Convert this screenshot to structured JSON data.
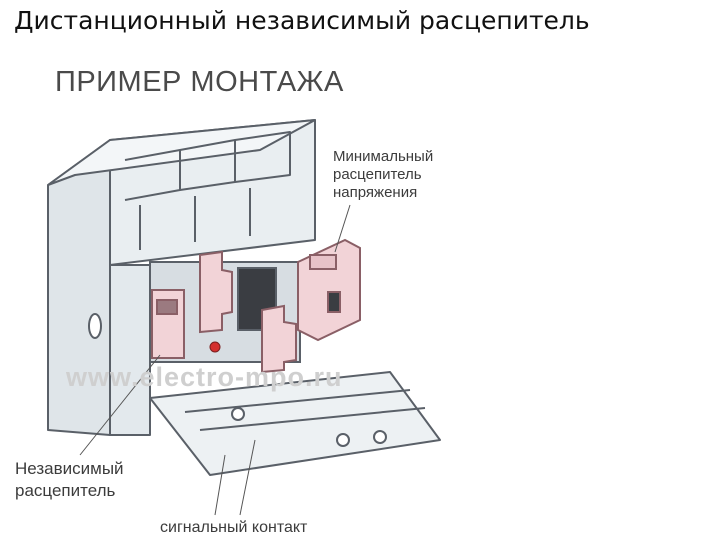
{
  "slide": {
    "title": "Дистанционный независимый расцепитель"
  },
  "figure": {
    "title": "ПРИМЕР МОНТАЖА",
    "watermark": "www.electro-mpo.ru",
    "callouts": {
      "undervoltage_release": [
        "Минимальный",
        "расцепитель",
        "напряжения"
      ],
      "shunt_release": [
        "Независимый",
        "расцепитель"
      ],
      "signal_contact": "сигнальный контакт"
    },
    "colors": {
      "housing": "#e9eef1",
      "outline": "#5a6068",
      "accessory": "#f2d3d7",
      "accessory_outline": "#8a5f66",
      "indicator_red": "#d4302f",
      "dark_slot": "#3a3d42"
    }
  }
}
